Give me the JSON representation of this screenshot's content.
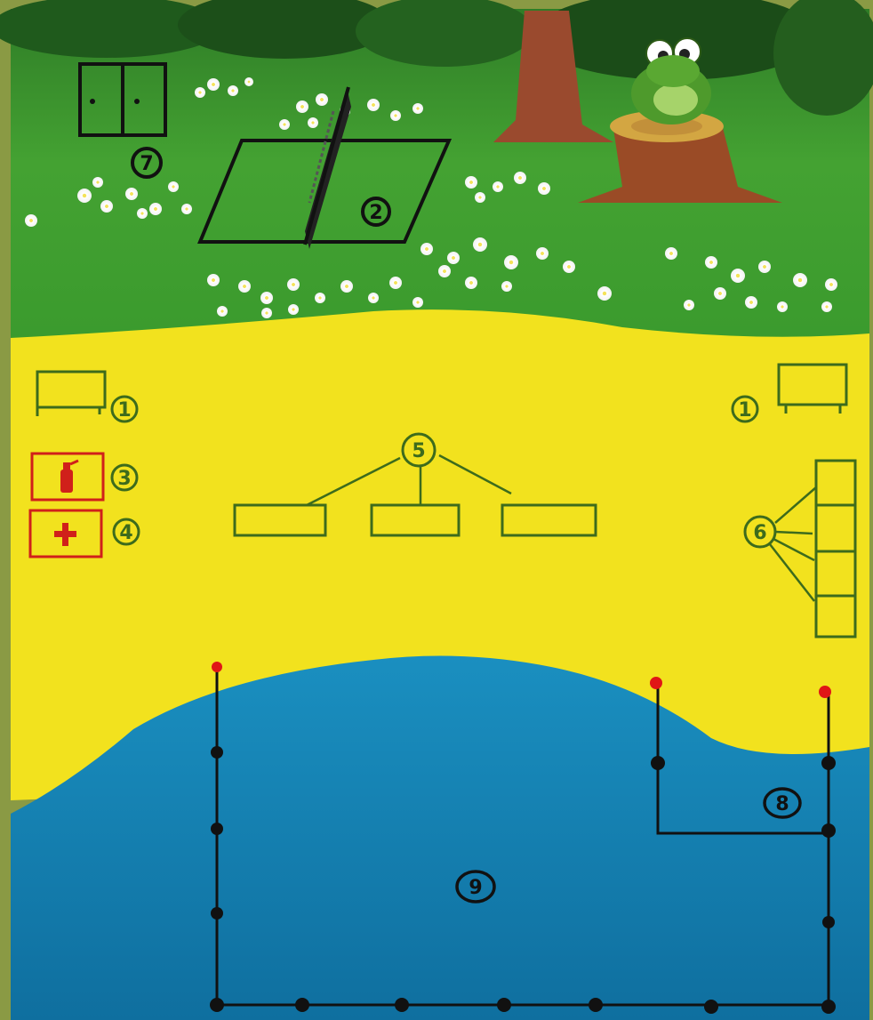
{
  "labels": {
    "cabinet": "7",
    "tennis_table": "2",
    "bench_left": "1",
    "bench_right": "1",
    "extinguisher": "3",
    "first_aid": "4",
    "tables": "5",
    "lockers": "6",
    "dock": "8",
    "water": "9"
  },
  "colors": {
    "frame": "#8a9a44",
    "grass": "#3f9a2e",
    "sand": "#f2e21e",
    "water": "#1684b8",
    "ink_black": "#111111",
    "ink_green": "#3d6b1c",
    "ink_red": "#d0201a",
    "post_red": "#e01616"
  },
  "icons": [
    "extinguisher-icon",
    "first-aid-cross-icon",
    "frog-icon",
    "tree-stump-icon"
  ]
}
